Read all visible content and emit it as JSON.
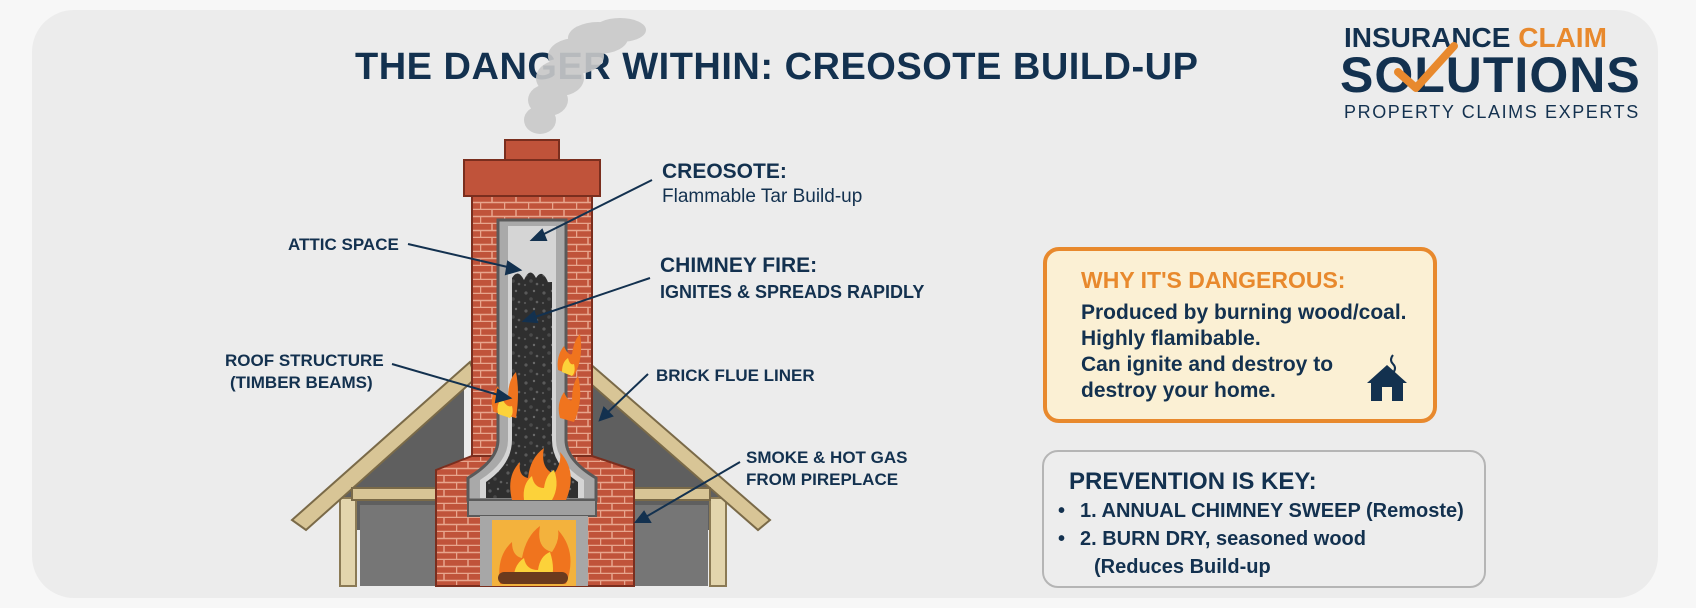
{
  "title": "THE DANGER WITHIN: CREOSOTE BUILD-UP",
  "logo": {
    "line1_dark": "INSURANCE",
    "line1_accent": "CLAIM",
    "line2": "SOLUTIONS",
    "tagline": "PROPERTY CLAIMS EXPERTS",
    "check_color": "#e8892d"
  },
  "labels": {
    "creosote_head": "CREOSOTE:",
    "creosote_sub": "Flammable Tar Build-up",
    "attic": "ATTIC SPACE",
    "chimney_fire_head": "CHIMNEY FIRE:",
    "chimney_fire_sub": "IGNITES & SPREADS RAPIDLY",
    "roof_line1": "ROOF STRUCTURE",
    "roof_line2": "(TIMBER BEAMS)",
    "brick_flue": "BRICK FLUE LINER",
    "smoke_line1": "SMOKE & HOT GAS",
    "smoke_line2": "FROM PIREPLACE"
  },
  "danger_box": {
    "title": "WHY IT'S DANGEROUS:",
    "lines": [
      "Produced by burning wood/coal.",
      "Highly flamibable.",
      "Can ignite and destroy to",
      "destroy your home."
    ],
    "icon": "house-icon"
  },
  "prevention_box": {
    "title": "PREVENTION IS KEY:",
    "items": [
      "1. ANNUAL CHIMNEY SWEEP (Remoste)",
      "2. BURN DRY, seasoned wood"
    ],
    "continuation": "(Reduces Build-up"
  },
  "colors": {
    "navy": "#13314f",
    "accent_orange": "#e8892d",
    "brick": "#c0533a",
    "creosote": "#2f2f2f",
    "timber": "#d8c596",
    "roof_gray": "#6b6b6b"
  }
}
